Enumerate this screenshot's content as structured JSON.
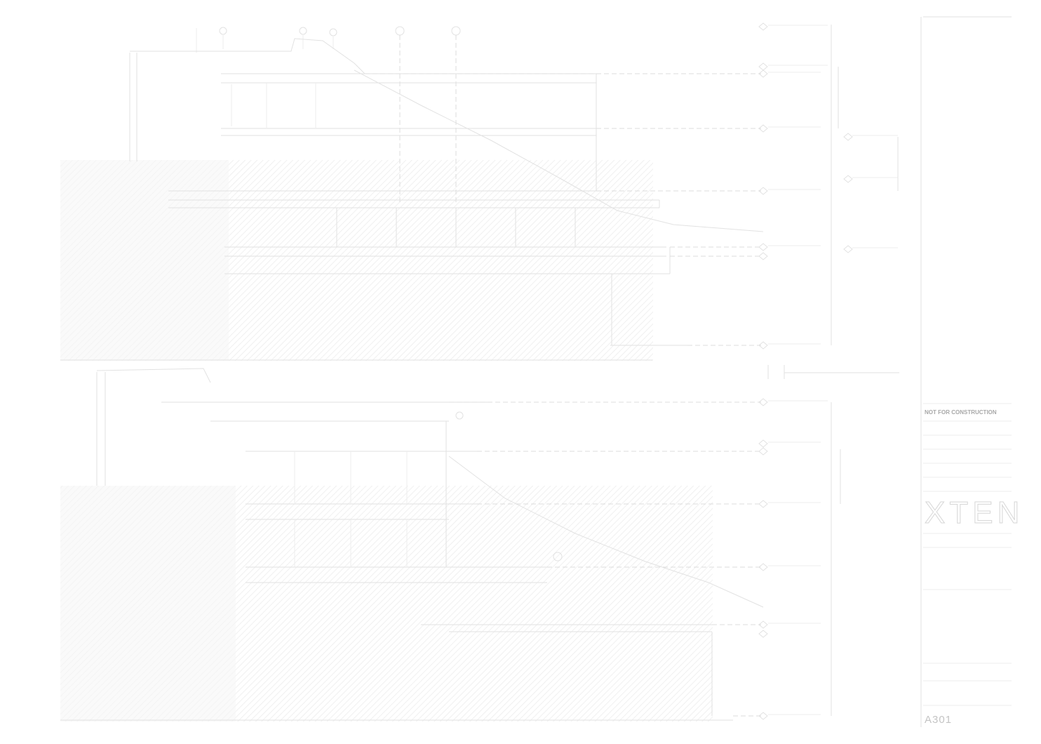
{
  "sheet": {
    "title_block": {
      "stamp": "NOT FOR CONSTRUCTION",
      "firm_logo": "XTEN",
      "sheet_number": "A301"
    },
    "sections": [
      {
        "name": "upper-building-section",
        "levels": 9
      },
      {
        "name": "lower-building-section",
        "levels": 6
      }
    ],
    "colors": {
      "linework": "#e2e2e2",
      "earth_hatch": "#f4f4f4",
      "paper": "#ffffff"
    }
  }
}
